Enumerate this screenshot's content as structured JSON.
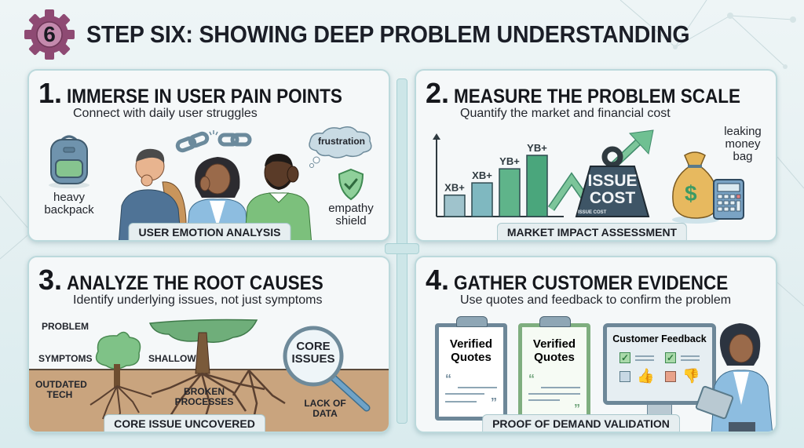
{
  "header": {
    "step_number": "6",
    "title": "STEP SIX: SHOWING DEEP PROBLEM UNDERSTANDING",
    "badge_color": "#a05a83"
  },
  "panels": [
    {
      "number": "1.",
      "title": "IMMERSE IN USER PAIN POINTS",
      "subtitle": "Connect with daily user struggles",
      "caption": "USER EMOTION ANALYSIS",
      "labels": {
        "backpack": "heavy backpack",
        "thought": "frustration",
        "shield": "empathy shield"
      },
      "icons": [
        "backpack-icon",
        "broken-chain-icon",
        "thought-cloud-icon",
        "shield-check-icon",
        "stressed-man-figure",
        "stressed-woman-figure",
        "stressed-bearded-man-figure"
      ]
    },
    {
      "number": "2.",
      "title": "MEASURE THE PROBLEM SCALE",
      "subtitle": "Quantify the market and financial cost",
      "caption": "MARKET IMPACT ASSESSMENT",
      "bars": [
        {
          "label": "XB+",
          "relative_height": 0.35
        },
        {
          "label": "XB+",
          "relative_height": 0.55
        },
        {
          "label": "YB+",
          "relative_height": 0.78
        },
        {
          "label": "YB+",
          "relative_height": 1.0
        }
      ],
      "weight": {
        "line1": "ISSUE",
        "line2": "COST",
        "small": "ISSUE COST"
      },
      "labels": {
        "money_bag": "leaking money bag",
        "dollar": "$"
      },
      "icons": [
        "bar-chart-icon",
        "trend-arrow-icon",
        "weight-icon",
        "money-bag-icon",
        "calculator-icon"
      ]
    },
    {
      "number": "3.",
      "title": "ANALYZE THE ROOT CAUSES",
      "subtitle": "Identify underlying issues, not just symptoms",
      "caption": "CORE ISSUE UNCOVERED",
      "labels": {
        "problem": "PROBLEM",
        "symptoms": "SYMPTOMS",
        "shallow": "SHALLOW",
        "outdated_tech": "OUTDATED TECH",
        "broken_processes": "BROKEN PROCESSES",
        "lack_of_data": "LACK OF DATA",
        "core_issues": "CORE ISSUES"
      },
      "icons": [
        "small-tree-icon",
        "large-tree-icon",
        "roots-icon",
        "magnifier-icon"
      ]
    },
    {
      "number": "4.",
      "title": "GATHER CUSTOMER EVIDENCE",
      "subtitle": "Use quotes and feedback to confirm the problem",
      "caption": "PROOF OF DEMAND VALIDATION",
      "clipboards": [
        {
          "title": "Verified Quotes",
          "color": "#6d8798"
        },
        {
          "title": "Verified Quotes",
          "color": "#7fae7f"
        }
      ],
      "monitor_title": "Customer Feedback",
      "icons": [
        "clipboard-icon",
        "monitor-icon",
        "checkbox-checked-icon",
        "checkbox-empty-icon",
        "thumbs-up-icon",
        "thumbs-down-icon",
        "woman-with-tablet-figure"
      ]
    }
  ]
}
